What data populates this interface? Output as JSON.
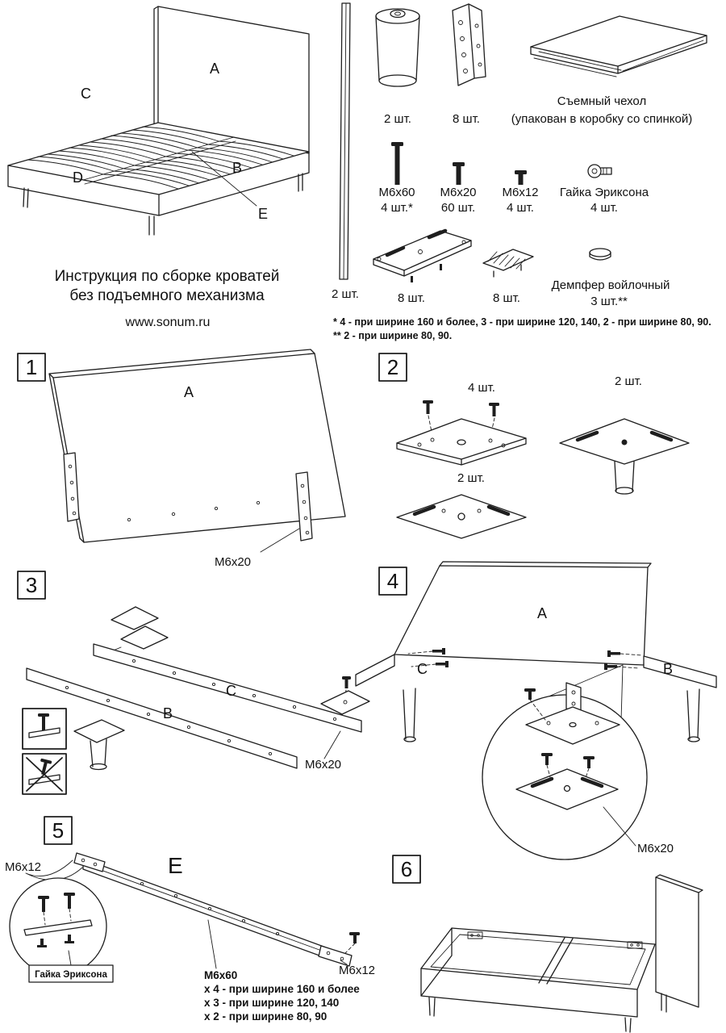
{
  "overview": {
    "labels": {
      "a": "A",
      "b": "B",
      "c": "C",
      "d": "D",
      "e": "E"
    },
    "title_line1": "Инструкция по сборке кроватей",
    "title_line2": "без подъемного механизма",
    "website": "www.sonum.ru"
  },
  "parts": {
    "side_slat": {
      "qty": "2 шт."
    },
    "leg": {
      "qty": "2 шт."
    },
    "hinge_bracket": {
      "qty": "8 шт."
    },
    "cover": {
      "name": "Съемный чехол",
      "note": "(упакован в коробку со спинкой)"
    },
    "bolt_m6x60": {
      "name": "М6х60",
      "qty": "4 шт.*"
    },
    "bolt_m6x20": {
      "name": "М6х20",
      "qty": "60 шт."
    },
    "bolt_m6x12": {
      "name": "М6х12",
      "qty": "4 шт."
    },
    "erikson_nut": {
      "name": "Гайка Эриксона",
      "qty": "4 шт."
    },
    "corner_plate": {
      "qty": "8 шт."
    },
    "damper_plate": {
      "qty": "8 шт."
    },
    "felt_damper": {
      "name": "Демпфер войлочный",
      "qty": "3 шт.**"
    },
    "footnote1": "* 4 - при ширине 160 и более, 3 - при ширине 120, 140, 2 - при ширине 80, 90.",
    "footnote2": "** 2 - при ширине 80, 90."
  },
  "steps": {
    "s1": {
      "num": "1",
      "part": "A",
      "fastener": "М6х20"
    },
    "s2": {
      "num": "2",
      "qty_bolts": "4 шт.",
      "qty_leg_brackets": "2 шт.",
      "qty_plain_brackets": "2 шт."
    },
    "s3": {
      "num": "3",
      "part_b": "B",
      "part_c": "C",
      "fastener": "М6х20"
    },
    "s4": {
      "num": "4",
      "part_a": "A",
      "part_b": "B",
      "part_c": "C",
      "fastener": "М6х20"
    },
    "s5": {
      "num": "5",
      "part": "E",
      "fastener_left": "М6х12",
      "fastener_right": "М6х12",
      "nut": "Гайка Эриксона",
      "note1": "М6х60",
      "note2": "х 4 - при ширине 160 и более",
      "note3": "х 3 - при ширине 120, 140",
      "note4": "х 2 - при ширине 80, 90"
    },
    "s6": {
      "num": "6"
    }
  }
}
